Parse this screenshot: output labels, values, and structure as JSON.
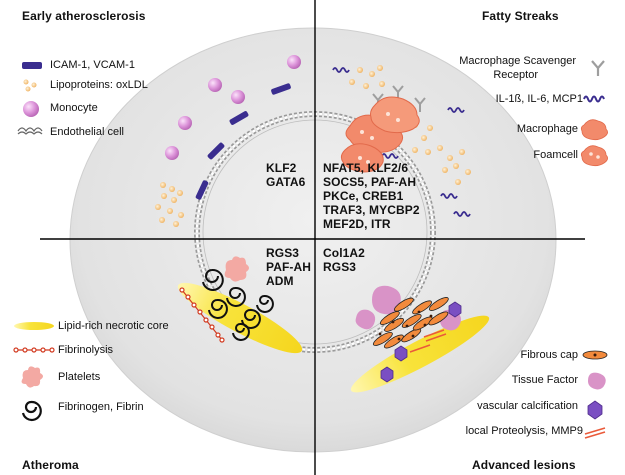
{
  "quadrants": {
    "top_left_title": "Early atherosclerosis",
    "top_right_title": "Fatty Streaks",
    "bottom_left_title": "Atheroma",
    "bottom_right_title": "Advanced lesions"
  },
  "legend_left": {
    "icam": "ICAM-1, VCAM-1",
    "lipoproteins": "Lipoproteins: oxLDL",
    "monocyte": "Monocyte",
    "endothelial": "Endothelial cell",
    "necrotic": "Lipid-rich necrotic core",
    "fibrinolysis": "Fibrinolysis",
    "platelets": "Platelets",
    "fibrinogen": "Fibrinogen, Fibrin"
  },
  "legend_right": {
    "scavenger_line1": "Macrophage Scavenger",
    "scavenger_line2": "Receptor",
    "cytokines": "IL-1ß, IL-6, MCP1",
    "macrophage": "Macrophage",
    "foamcell": "Foamcell",
    "fibrous_cap": "Fibrous cap",
    "tissue_factor": "Tissue Factor",
    "calcification": "vascular calcification",
    "proteolysis": "local Proteolysis, MMP9"
  },
  "genes": {
    "top_left": [
      "KLF2",
      "GATA6"
    ],
    "top_right": [
      "NFAT5, KLF2/6",
      "SOCS5, PAF-AH",
      "PKCe, CREB1",
      "TRAF3, MYCBP2",
      "MEF2D, ITR"
    ],
    "bottom_left": [
      "RGS3",
      "PAF-AH",
      "ADM"
    ],
    "bottom_right": [
      "Col1A2",
      "RGS3"
    ]
  },
  "colors": {
    "vessel_fill": "#e3e3e3",
    "icam": "#3a2d8f",
    "lipoprotein": "#f2c07a",
    "monocyte": "#d98fd6",
    "macrophage": "#f28a6b",
    "necrotic": "#f7e43a",
    "fibrinolysis": "#d23a20",
    "platelet": "#f3a9a3",
    "tissue_factor": "#d993c7",
    "calcification": "#7a4fc2",
    "fibrous_cap": "#f28a3c",
    "proteolysis": "#ea5a3a",
    "axis": "#000000"
  }
}
